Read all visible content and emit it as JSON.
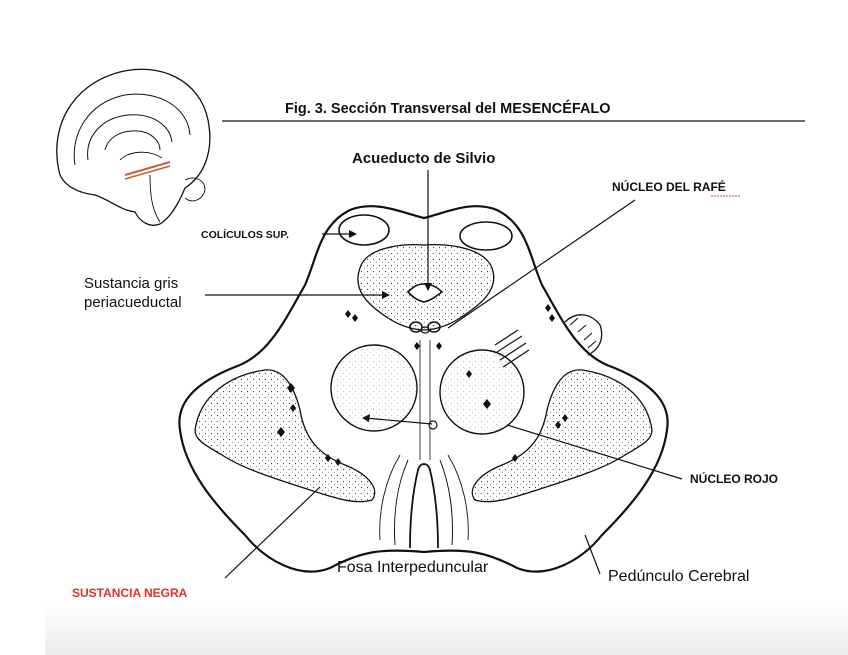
{
  "figure": {
    "title": "Fig. 3. Sección Transversal del MESENCÉFALO",
    "labels": {
      "acueducto": "Acueducto de Silvio",
      "nucleo_rafe": "NÚCLEO DEL RAFÉ",
      "coliculos": "COLÍCULOS SUP.",
      "sustancia_gris_1": "Sustancia gris",
      "sustancia_gris_2": "periacueductal",
      "nucleo_rojo": "NÚCLEO ROJO",
      "sustancia_negra": "SUSTANCIA NEGRA",
      "fosa": "Fosa Interpeduncular",
      "pedunculo": "Pedúnculo Cerebral"
    },
    "colors": {
      "sustancia_negra_label": "#e0302a",
      "section_marker": "#c0623a",
      "spellcheck_underline": "#e04040"
    }
  }
}
